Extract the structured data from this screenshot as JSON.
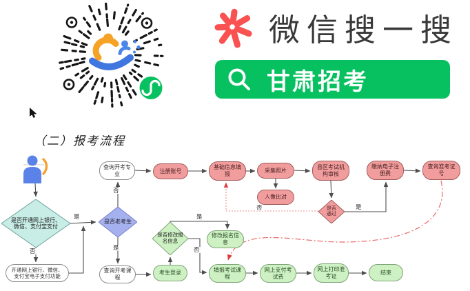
{
  "brand": {
    "title": "微信搜一搜",
    "logo_icon": "wechat-search-asterisk-icon"
  },
  "search": {
    "icon": "search-icon",
    "query": "甘肃招考"
  },
  "qr": {
    "semantic": "wechat-miniprogram-qr-code",
    "badge_icon": "wechat-miniprogram-icon"
  },
  "section": {
    "title": "（二）报考流程"
  },
  "flow": {
    "nodes": {
      "check_payment": {
        "label": "是否开通网上银行、\n微信、支付宝支付"
      },
      "open_payment": {
        "label": "开通网上银行、微信、\n支付宝电子支付功能"
      },
      "check_returning": {
        "label": "是否老考生"
      },
      "query_major": {
        "label": "查询开考专\n业"
      },
      "register_account": {
        "label": "注册账号"
      },
      "basic_info": {
        "label": "基础信息填\n报"
      },
      "collect_photo": {
        "label": "采集照片"
      },
      "face_compare": {
        "label": "人像比对"
      },
      "county_review": {
        "label": "县区考试机\n构审核"
      },
      "check_pass": {
        "label": "是否\n通过"
      },
      "pay_register_fee": {
        "label": "缴纳电子注\n册费"
      },
      "query_admission_no": {
        "label": "查询准考证\n号"
      },
      "query_courses": {
        "label": "查询开考课\n程"
      },
      "student_login": {
        "label": "考生登录"
      },
      "check_modify": {
        "label": "是否修改报\n名信息"
      },
      "modify_info": {
        "label": "修改报名信\n息"
      },
      "fill_courses": {
        "label": "填报考试课\n程"
      },
      "pay_exam_fee": {
        "label": "网上支付考\n试费"
      },
      "print_admission": {
        "label": "网上打印准\n考证"
      },
      "end": {
        "label": "结束"
      }
    },
    "edge_labels": {
      "yes_payment": "是",
      "no_payment": "否",
      "no_returning": "否",
      "yes_returning": "是",
      "yes_modify": "是",
      "no_modify": "否",
      "yes_pass": "是",
      "no_pass": "否"
    }
  },
  "colors": {
    "wechat_green": "#07C160",
    "logo_red": "#FA5151",
    "node_red": "#F29D9D",
    "node_green": "#CDF1C3",
    "node_cyan": "#C8ECE6",
    "node_blue": "#A5B0EF",
    "arrow": "#4D4D4D",
    "return_arrow_red": "#E85C5C"
  }
}
